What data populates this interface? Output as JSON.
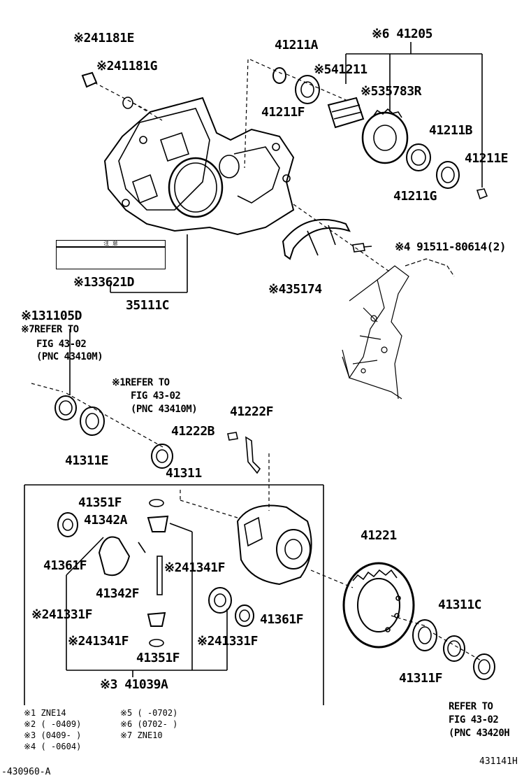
{
  "labels": {
    "p41181E": "※241181E",
    "p41181G": "※241181G",
    "p41211A": "41211A",
    "p41205": "※6 41205",
    "p41211": "※541211",
    "p35783R": "※535783R",
    "p41211F_top": "41211F",
    "p41211B": "41211B",
    "p41211E": "41211E",
    "p41211G": "41211G",
    "p91511": "※4 91511-80614(2)",
    "p35174": "※435174",
    "p33621D": "※133621D",
    "p35111C": "35111C",
    "p31105D": "※131105D",
    "refer7_l1": "※7REFER TO",
    "refer7_l2": "FIG 43-02",
    "refer7_l3": "(PNC 43410M)",
    "refer1_l1": "※1REFER TO",
    "refer1_l2": "FIG 43-02",
    "refer1_l3": "(PNC 43410M)",
    "p41222F": "41222F",
    "p41222B": "41222B",
    "p41311E": "41311E",
    "p41311": "41311",
    "p41351F_top": "41351F",
    "p41342A": "41342A",
    "p41361F_left": "41361F",
    "p41341F_right": "※241341F",
    "p41342F": "41342F",
    "p41331F_left": "※241331F",
    "p41341F_bottom": "※241341F",
    "p41351F_bottom": "41351F",
    "p41331F_right": "※241331F",
    "p41361F_right": "41361F",
    "p41039A": "※3 41039A",
    "p41221": "41221",
    "p41311C": "41311C",
    "p41311F": "41311F",
    "refer_r_l1": "REFER TO",
    "refer_r_l2": "FIG 43-02",
    "refer_r_l3": "(PNC 43420H"
  },
  "notes": {
    "n1": "※1 ZNE14",
    "n2": "※2 (    -0409)",
    "n3": "※3 (0409-     )",
    "n4": "※4 (    -0604)",
    "n5": "※5 (    -0702)",
    "n6": "※6 (0702-     )",
    "n7": "※7 ZNE10"
  },
  "caution_label": "注 意",
  "figure_code": "431141H",
  "doc_code": "-430960-A"
}
